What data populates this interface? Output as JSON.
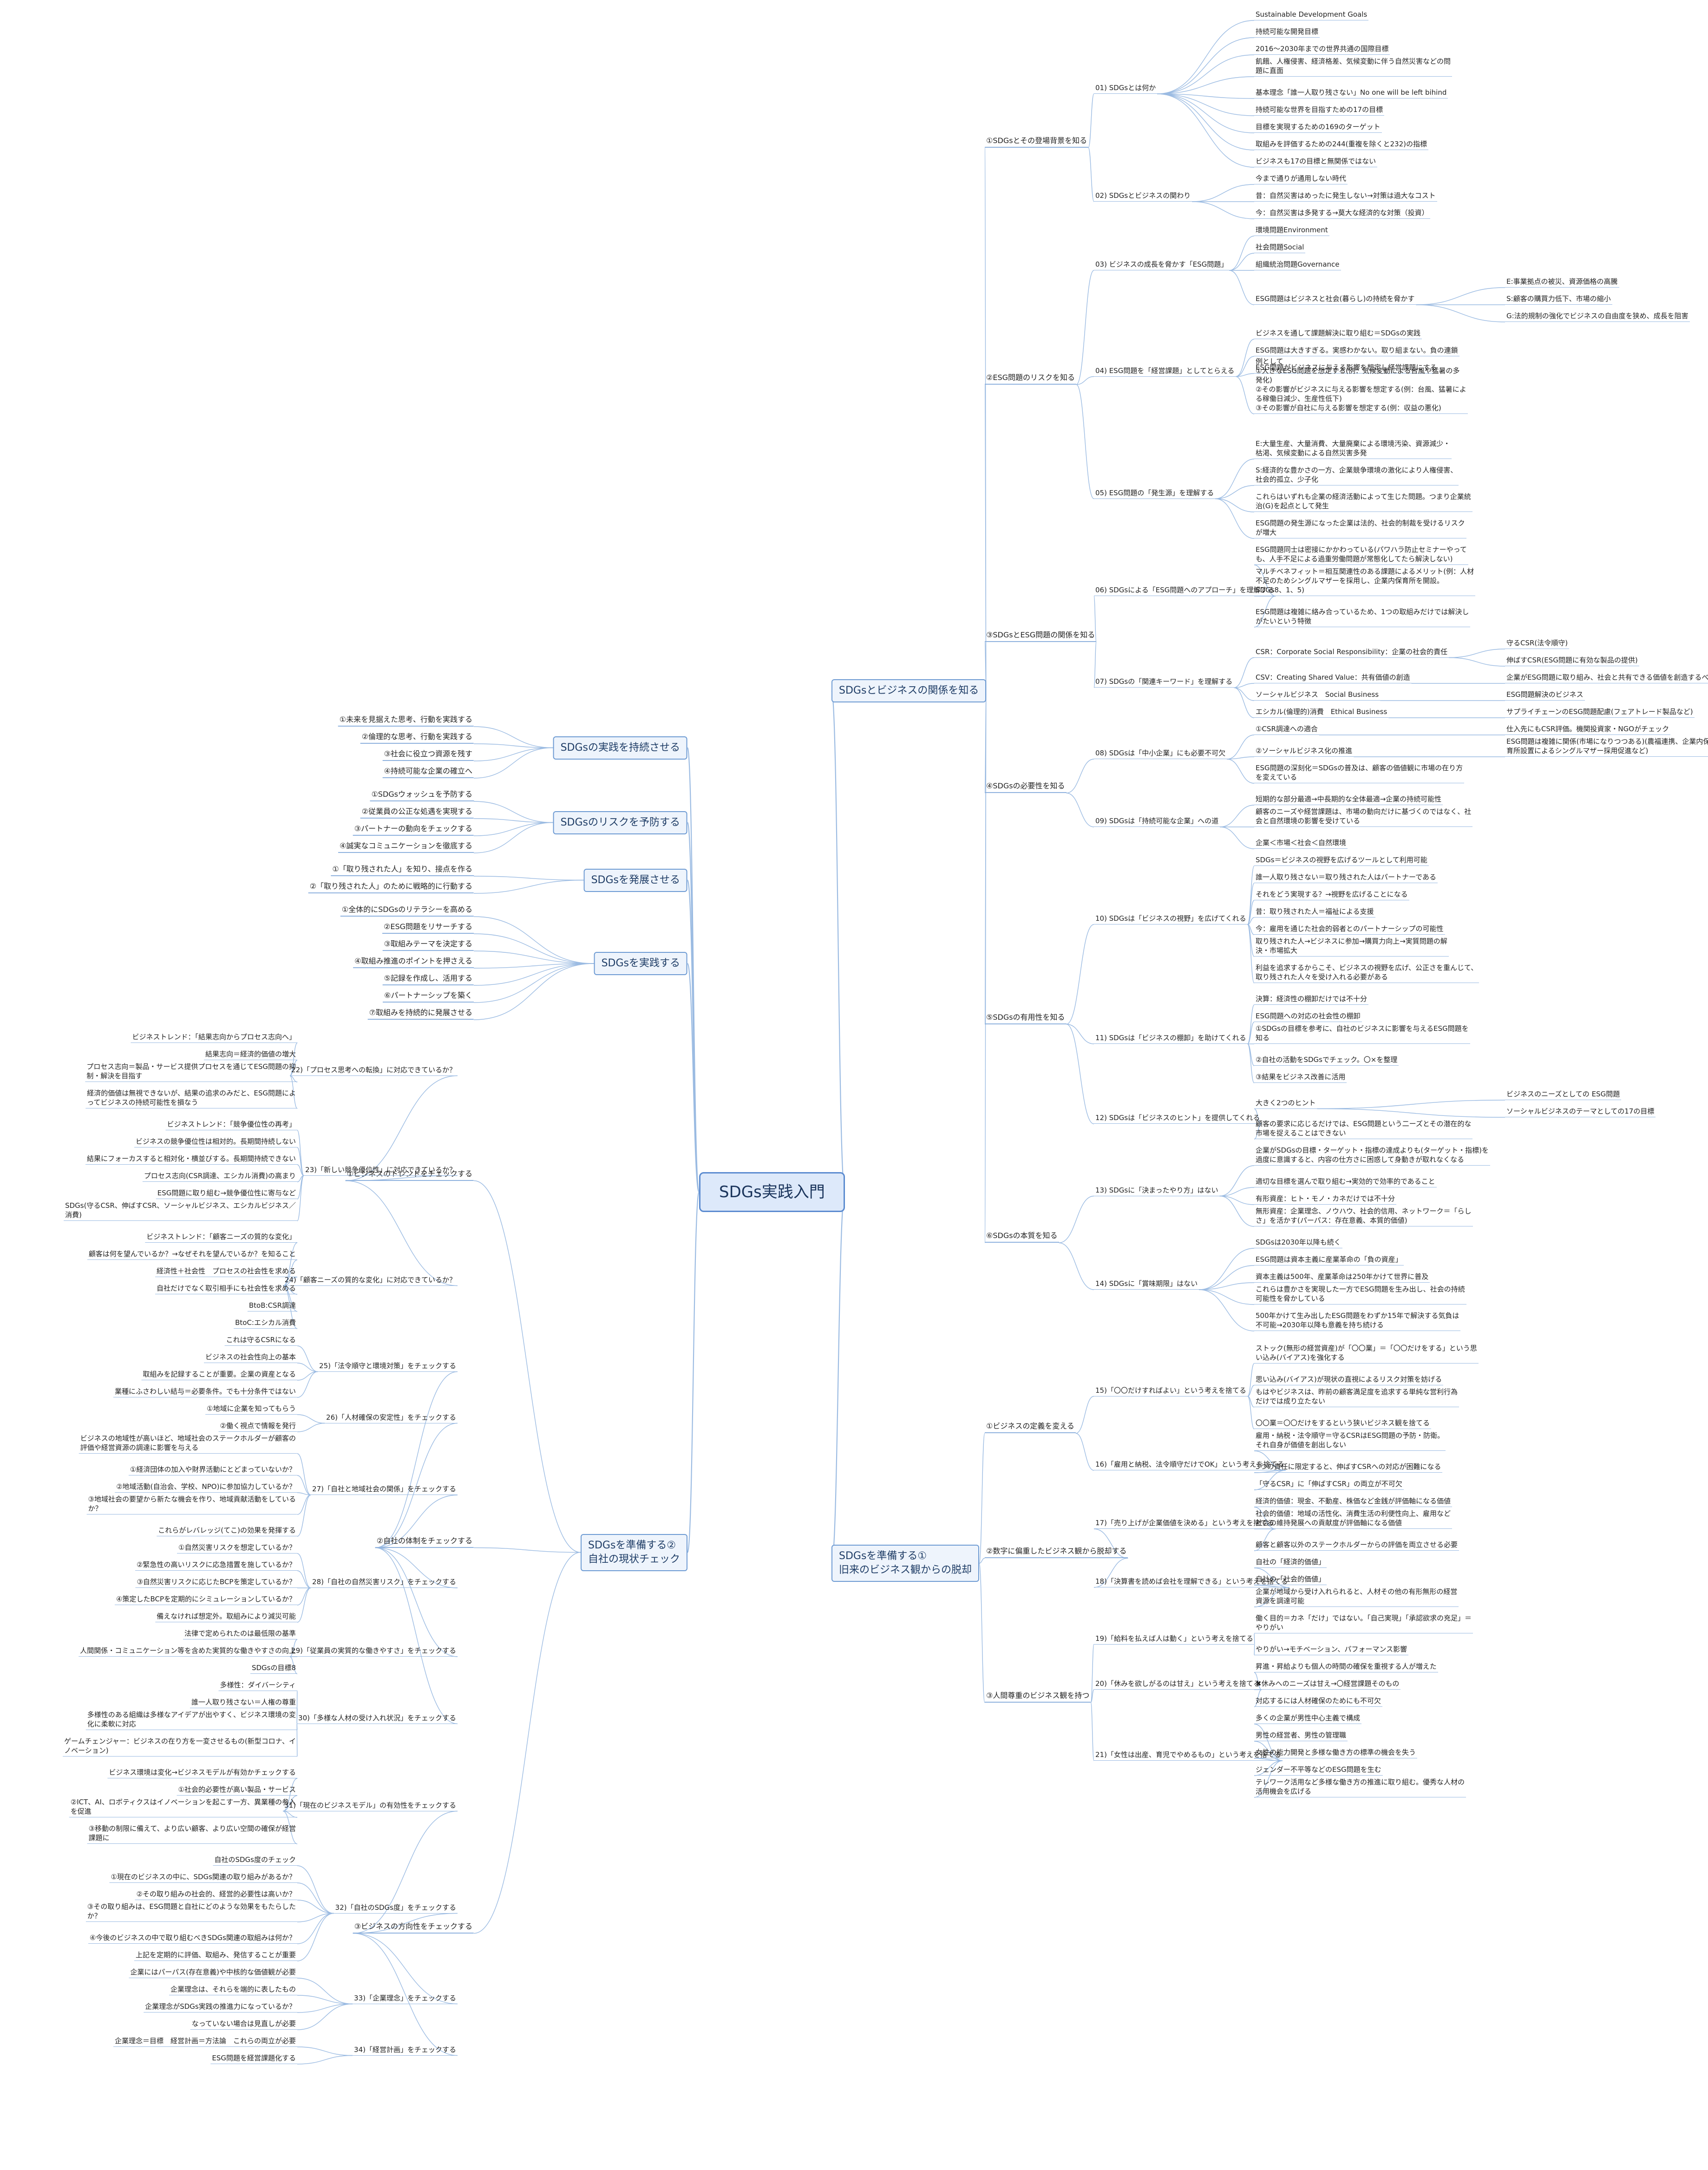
{
  "root": "SDGs実践入門",
  "branches": [
    {
      "label": "SDGsとビジネスの関係を知る",
      "side": "right",
      "children": [
        {
          "label": "①SDGsとその登場背景を知る",
          "children": [
            {
              "label": "01) SDGsとは何か",
              "children": [
                "Sustainable Development Goals",
                "持続可能な開発目標",
                "2016〜2030年までの世界共通の国際目標",
                "飢餓、人権侵害、経済格差、気候変動に伴う自然災害などの問\n題に直面",
                "基本理念「誰一人取り残さない」No one will be left bihind",
                "持続可能な世界を目指すための17の目標",
                "目標を実現するための169のターゲット",
                "取組みを評価するための244(重複を除くと232)の指標",
                "ビジネスも17の目標と無関係ではない"
              ]
            },
            {
              "label": "02) SDGsとビジネスの関わり",
              "children": [
                "今まで通りが通用しない時代",
                "昔：自然災害はめったに発生しない→対策は過大なコスト",
                "今：自然災害は多発する→莫大な経済的な対策（投資）"
              ]
            }
          ]
        },
        {
          "label": "②ESG問題のリスクを知る",
          "children": [
            {
              "label": "03) ビジネスの成長を脅かす「ESG問題」",
              "children": [
                "環境問題Environment",
                "社会問題Social",
                "組織統治問題Governance",
                {
                  "label": "ESG問題はビジネスと社会(暮らし)の持続を脅かす",
                  "children": [
                    "E:事業拠点の被災、資源価格の高騰",
                    "S:顧客の購買力低下、市場の縮小",
                    "G:法的規制の強化でビジネスの自由度を狭め、成長を阻害"
                  ]
                }
              ]
            },
            {
              "label": "04) ESG問題を「経営課題」としてとらえる",
              "children": [
                "ビジネスを通して課題解決に取り組む＝SDGsの実践",
                "ESG問題は大きすぎる。実感わかない。取り組まない。負の連鎖",
                "ESG問題がビジネスに与える影響を想定し経営課題にする",
                "例として\n①大きなESG問題を想定する(例：気候変動による台風や猛暑の多\n発化)\n②その影響がビジネスに与える影響を想定する(例：台風、猛暑によ\nる稼働日減少、生産性低下)\n③その影響が自社に与える影響を想定する(例：収益の悪化)"
              ]
            },
            {
              "label": "05) ESG問題の「発生源」を理解する",
              "children": [
                "E:大量生産、大量消費、大量廃棄による環境汚染、資源減少・\n枯渇、気候変動による自然災害多発",
                "S:経済的な豊かさの一方、企業競争環境の激化により人権侵害、\n社会的孤立、少子化",
                "これらはいずれも企業の経済活動によって生じた問題。つまり企業統\n治(G)を起点として発生",
                "ESG問題の発生源になった企業は法的、社会的制裁を受けるリスク\nが増大"
              ]
            }
          ]
        },
        {
          "label": "③SDGsとESG問題の関係を知る",
          "children": [
            {
              "label": "06) SDGsによる「ESG問題へのアプローチ」を理解する",
              "children": [
                "ESG問題同士は密接にかかわっている(パワハラ防止セミナーやって\nも、人手不足による過重労働問題が常態化してたら解決しない)",
                "マルチベネフィット＝相互関連性のある課題によるメリット(例：人材\n不足のためシングルマザーを採用し、企業内保育所を開設。\nSDGs8、1、5)",
                "ESG問題は複雑に絡み合っているため、1つの取組みだけでは解決し\nがたいという特徴"
              ]
            },
            {
              "label": "07) SDGsの「関連キーワード」を理解する",
              "children": [
                {
                  "label": "CSR：Corporate Social Responsibility：企業の社会的責任",
                  "children": [
                    "守るCSR(法令順守)",
                    "伸ばすCSR(ESG問題に有効な製品の提供)"
                  ]
                },
                {
                  "label": "CSV：Creating Shared Value：共有価値の創造",
                  "children": [
                    "企業がESG問題に取り組み、社会と共有できる価値を創造するべき"
                  ]
                },
                {
                  "label": "ソーシャルビジネス　Social Business",
                  "children": [
                    "ESG問題解決のビジネス"
                  ]
                },
                {
                  "label": "エシカル(倫理的)消費　Ethical Business",
                  "children": [
                    "サプライチェーンのESG問題配慮(フェアトレード製品など)"
                  ]
                }
              ]
            }
          ]
        },
        {
          "label": "④SDGsの必要性を知る",
          "children": [
            {
              "label": "08) SDGsは「中小企業」にも必要不可欠",
              "children": [
                {
                  "label": "①CSR調達への適合",
                  "children": [
                    "仕入先にもCSR評価。機関投資家・NGOがチェック"
                  ]
                },
                {
                  "label": "②ソーシャルビジネス化の推進",
                  "children": [
                    "ESG問題は複雑に関係(市場になりつつある)(農福連携、企業内保\n育所設置によるシングルマザー採用促進など)"
                  ]
                },
                "ESG問題の深刻化＝SDGsの普及は、顧客の価値観に市場の在り方\nを変えている"
              ]
            },
            {
              "label": "09) SDGsは「持続可能な企業」への道",
              "children": [
                "短期的な部分最適→中長期的な全体最適→企業の持続可能性",
                "顧客のニーズや経営課題は、市場の動向だけに基づくのではなく、社\n会と自然環境の影響を受けている",
                "企業＜市場＜社会＜自然環境"
              ]
            }
          ]
        },
        {
          "label": "⑤SDGsの有用性を知る",
          "children": [
            {
              "label": "10) SDGsは「ビジネスの視野」を広げてくれる",
              "children": [
                "SDGs＝ビジネスの視野を広げるツールとして利用可能",
                "誰一人取り残さない＝取り残された人はパートナーである",
                "それをどう実現する？→視野を広げることになる",
                "昔：取り残された人＝福祉による支援",
                "今：雇用を通じた社会的弱者とのパートナーシップの可能性",
                "取り残された人→ビジネスに参加→購買力向上→実質問題の解\n決・市場拡大",
                "利益を追求するからこそ、ビジネスの視野を広げ、公正さを重んじて、\n取り残された人々を受け入れる必要がある"
              ]
            },
            {
              "label": "11) SDGsは「ビジネスの棚卸」を助けてくれる",
              "children": [
                "決算：経済性の棚卸だけでは不十分",
                "ESG問題への対応の社会性の棚卸",
                "①SDGsの目標を参考に、自社のビジネスに影響を与えるESG問題を\n知る",
                "②自社の活動をSDGsでチェック。〇×を整理",
                "③結果をビジネス改善に活用"
              ]
            },
            {
              "label": "12) SDGsは「ビジネスのヒント」を提供してくれる",
              "children": [
                {
                  "label": "大きく2つのヒント",
                  "children": [
                    "ビジネスのニーズとしての ESG問題",
                    "ソーシャルビジネスのテーマとしての17の目標"
                  ]
                },
                "顧客の要求に応じるだけでは、ESG問題という二ーズとその潜在的な\n市場を捉えることはできない"
              ]
            }
          ]
        },
        {
          "label": "⑥SDGsの本質を知る",
          "children": [
            {
              "label": "13) SDGsに「決まったやり方」はない",
              "children": [
                "企業がSDGsの目標・ターゲット・指標の達成よりも(ターゲット・指標)を\n過度に意識すると、内容の仕方さに困惑して身動きが取れなくなる",
                "適切な目標を選んで取り組む→実効的で効率的であること",
                "有形資産：ヒト・モノ・カネだけでは不十分",
                "無形資産：企業理念、ノウハウ、社会的信用、ネットワーク＝「らし\nさ」を活かす(パーパス：存在意義、本質的価値)"
              ]
            },
            {
              "label": "14) SDGsに「賞味期限」はない",
              "children": [
                "SDGsは2030年以降も続く",
                "ESG問題は資本主義に産業革命の「負の資産」",
                "資本主義は500年、産業革命は250年かけて世界に普及",
                "これらは豊かさを実現した一方でESG問題を生み出し、社会の持続\n可能性を脅かしている",
                "500年かけて生み出したESG問題をわずか15年で解決する気負は\n不可能→2030年以降も意義を持ち続ける"
              ]
            }
          ]
        }
      ]
    },
    {
      "label": "SDGsを準備する①\n旧来のビジネス観からの脱却",
      "side": "right",
      "children": [
        {
          "label": "①ビジネスの定義を変える",
          "children": [
            {
              "label": "15)「〇〇だけすればよい」という考えを捨てる",
              "children": [
                "ストック(無形の経営資産)が「〇〇業」＝「〇〇だけをする」という思\nい込み(バイアス)を強化する",
                "思い込み(バイアス)が現状の直視によるリスク対策を妨げる",
                "もはやビジネスは、昨前の顧客満足度を追求する単純な営利行為\nだけでは成り立たない",
                "〇〇業＝〇〇だけをするという狭いビジネス観を捨てる"
              ]
            },
            {
              "label": "16)「雇用と納税、法令順守だけでOK」という考えを捨てる",
              "children": [
                "雇用・納税・法令順守＝守るCSRはESG問題の予防・防衛。\nそれ自身が価値を創出しない",
                "3つの責任に限定すると、伸ばすCSRへの対応が困難になる",
                "「守るCSR」に「伸ばすCSR」の両立が不可欠"
              ]
            }
          ]
        },
        {
          "label": "②数字に偏重したビジネス観から脱却する",
          "children": [
            {
              "label": "17)「売り上げが企業価値を決める」という考えを捨てる",
              "children": [
                "経済的価値：現金、不動産、株価など金銭が評価軸になる価値",
                "社会的価値：地域の活性化、消費生活の利便性向上、雇用など\n社会の維持発展への貢献度が評価軸になる価値",
                "顧客と顧客以外のステークホルダーからの評価を両立させる必要"
              ]
            },
            {
              "label": "18)「決算書を読めば会社を理解できる」という考えを捨てる",
              "children": [
                "自社の「経済的価値」",
                "自社の「社会的価値」",
                "企業が地域から受け入れられると、人材その他の有形無形の経営\n資源を調達可能"
              ]
            }
          ]
        },
        {
          "label": "③人間尊重のビジネス観を持つ",
          "children": [
            {
              "label": "19)「給料を払えば人は動く」という考えを捨てる",
              "children": [
                "働く目的＝カネ「だけ」ではない。「自己実現」「承認欲求の充足」＝\nやりがい",
                "やりがい→モチベーション、パフォーマンス影響"
              ]
            },
            {
              "label": "20)「休みを欲しがるのは甘え」という考えを捨てる",
              "children": [
                "昇進・昇給よりも個人の時間の確保を重視する人が増えた",
                "✖休みへのニーズは甘え→〇経営課題そのもの",
                "対応するには人材確保のためにも不可欠"
              ]
            },
            {
              "label": "21)「女性は出産、育児でやめるもの」という考えを捨てる",
              "children": [
                "多くの企業が男性中心主義で構成",
                "男性の経営者、男性の管理職",
                "女性の能力開発と多様な働き方の標準の機会を失う",
                "ジェンダー不平等などのESG問題を生む",
                "テレワーク活用など多様な働き方の推進に取り組む。優秀な人材の\n活用機会を広げる"
              ]
            }
          ]
        }
      ]
    },
    {
      "label": "SDGsの実践を持続させる",
      "side": "left",
      "children": [
        "①未来を見据えた思考、行動を実践する",
        "②倫理的な思考、行動を実践する",
        "③社会に役立つ資源を残す",
        "④持続可能な企業の確立へ"
      ]
    },
    {
      "label": "SDGsのリスクを予防する",
      "side": "left",
      "children": [
        "①SDGsウォッシュを予防する",
        "②従業員の公正な処遇を実現する",
        "③パートナーの動向をチェックする",
        "④誠実なコミュニケーションを徹底する"
      ]
    },
    {
      "label": "SDGsを発展させる",
      "side": "left",
      "children": [
        "①「取り残された人」を知り、接点を作る",
        "②「取り残された人」のために戦略的に行動する"
      ]
    },
    {
      "label": "SDGsを実践する",
      "side": "left",
      "children": [
        "①全体的にSDGsのリテラシーを高める",
        "②ESG問題をリサーチする",
        "③取組みテーマを決定する",
        "④取組み推進のポイントを押さえる",
        "⑤記録を作成し、活用する",
        "⑥パートナーシップを築く",
        "⑦取組みを持続的に発展させる"
      ]
    },
    {
      "label": "SDGsを準備する②\n自社の現状チェック",
      "side": "left",
      "children": [
        {
          "label": "①ビジネスのトレンドをチェックする",
          "children": [
            {
              "label": "22)「プロセス思考への転換」に対応できているか？",
              "children": [
                "ビジネストレンド：「結果志向からプロセス志向へ」",
                "結果志向＝経済的価値の増大",
                "プロセス志向＝製品・サービス提供プロセスを通じてESG問題の抑\n制・解決を目指す",
                "経済的価値は無視できないが、結果の追求のみだと、ESG問題によ\nってビジネスの持続可能性を損なう"
              ]
            },
            {
              "label": "23)「新しい競争優位性」に対応できているか？",
              "children": [
                "ビジネストレンド：「競争優位性の再考」",
                "ビジネスの競争優位性は相対的。長期間持続しない",
                "結果にフォーカスすると相対化・横並びする。長期間持続できない",
                "プロセス志向(CSR調達、エシカル消費)の高まり",
                "ESG問題に取り組む→競争優位性に寄与など",
                "SDGs(守るCSR、伸ばすCSR、ソーシャルビジネス、エシカルビジネス／\n消費)"
              ]
            },
            {
              "label": "24)「顧客ニーズの質的な変化」に対応できているか？",
              "children": [
                "ビジネストレンド：「顧客ニーズの質的な変化」",
                "顧客は何を望んでいるか？→なぜそれを望んでいるか？を知ること",
                "経済性＋社会性　プロセスの社会性を求める",
                "自社だけでなく取引相手にも社会性を求める",
                "BtoB:CSR調達",
                "BtoC:エシカル消費"
              ]
            }
          ]
        },
        {
          "label": "②自社の体制をチェックする",
          "children": [
            {
              "label": "25)「法令順守と環境対策」をチェックする",
              "children": [
                "これは守るCSRになる",
                "ビジネスの社会性向上の基本",
                "取組みを記録することが重要。企業の資産となる",
                "業種にふさわしい結与＝必要条件。でも十分条件ではない"
              ]
            },
            {
              "label": "26)「人材確保の安定性」をチェックする",
              "children": [
                "①地域に企業を知ってもらう",
                "②働く視点で情報を発行"
              ]
            },
            {
              "label": "27)「自社と地域社会の関係」をチェックする",
              "children": [
                "ビジネスの地域性が高いほど、地域社会のステークホルダーが顧客の\n評価や経営資源の調達に影響を与える",
                "①経済団体の加入や財界活動にとどまっていないか？",
                "②地域活動(自治会、学校、NPO)に参加協力しているか？",
                "③地域社会の要望から新たな機会を作り、地域貢献活動をしている\nか？",
                "これらがレバレッジ(てこ)の効果を発揮する"
              ]
            },
            {
              "label": "28)「自社の自然災害リスク」をチェックする",
              "children": [
                "①自然災害リスクを想定しているか？",
                "②緊急性の高いリスクに応急措置を施しているか？",
                "③自然災害リスクに応じたBCPを策定しているか？",
                "④策定したBCPを定期的にシミュレーションしているか？",
                "備えなければ想定外。取組みにより減災可能"
              ]
            },
            {
              "label": "29)「従業員の実質的な働きやすさ」をチェックする",
              "children": [
                "法律で定められたのは最低限の基準",
                "人間関係・コミュニケーション等を含めた実質的な働きやすさの向上",
                "SDGsの目標8"
              ]
            },
            {
              "label": "30)「多様な人材の受け入れ状況」をチェックする",
              "children": [
                "多様性：ダイバーシティ",
                "誰一人取り残さない＝人権の尊重",
                "多様性のある組織は多様なアイデアが出やすく、ビジネス環境の変\n化に柔軟に対応",
                "ゲームチェンジャー：ビジネスの在り方を一変させるもの(新型コロナ、イ\nノベーション)"
              ]
            }
          ]
        },
        {
          "label": "③ビジネスの方向性をチェックする",
          "children": [
            {
              "label": "31)「現在のビジネスモデル」の有効性をチェックする",
              "children": [
                "ビジネス環境は変化→ビジネスモデルが有効かチェックする",
                "①社会的必要性が高い製品・サービス",
                "②ICT、AI、ロボティクスはイノベーションを起こす一方、異業種の参入\nを促進",
                "③移動の制限に備えて、より広い顧客、より広い空間の確保が経営\n課題に"
              ]
            },
            {
              "label": "32)「自社のSDGs度」をチェックする",
              "children": [
                "自社のSDGs度のチェック",
                "①現在のビジネスの中に、SDGs関連の取り組みがあるか？",
                "②その取り組みの社会的、経営的必要性は高いか？",
                "③その取り組みは、ESG問題と自社にどのような効果をもたらした\nか？",
                "④今後のビジネスの中で取り組むべきSDGs関連の取組みは何か？",
                "上記を定期的に評価、取組み、発信することが重要"
              ]
            },
            {
              "label": "33)「企業理念」をチェックする",
              "children": [
                "企業にはパーパス(存在意義)や中核的な価値観が必要",
                "企業理念は、それらを端的に表したもの",
                "企業理念がSDGs実践の推進力になっているか？",
                "なっていない場合は見直しが必要"
              ]
            },
            {
              "label": "34)「経営計画」をチェックする",
              "children": [
                "企業理念＝目標　経営計画＝方法論　これらの両立が必要",
                "ESG問題を経営課題化する"
              ]
            }
          ]
        }
      ]
    }
  ]
}
